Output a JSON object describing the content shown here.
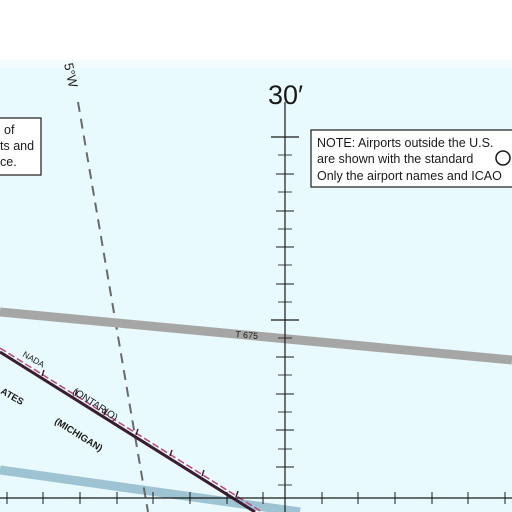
{
  "chart": {
    "water_color": "#e8fafd",
    "land_color": "#ffffff",
    "latitude_label": "30′",
    "magnetic_variation": "5°W",
    "airway_label": "T 675",
    "region_labels": {
      "canada_partial": "NADA",
      "united_states_partial": "ATES",
      "ontario": "(ONTARIO)",
      "michigan": "(MICHIGAN)"
    },
    "left_note_lines": [
      "of",
      "ts and",
      "ce."
    ],
    "note_box": {
      "lines": [
        "NOTE: Airports outside the U.S. ",
        "are shown with the standard",
        "Only the airport names and ICAO"
      ]
    },
    "colors": {
      "airway": "#a6a6a6",
      "border_dark": "#3b1d2f",
      "border_magenta": "#b9507f",
      "isogonic": "#6a6a6a",
      "lake_shore": "#9ec3d3"
    }
  }
}
